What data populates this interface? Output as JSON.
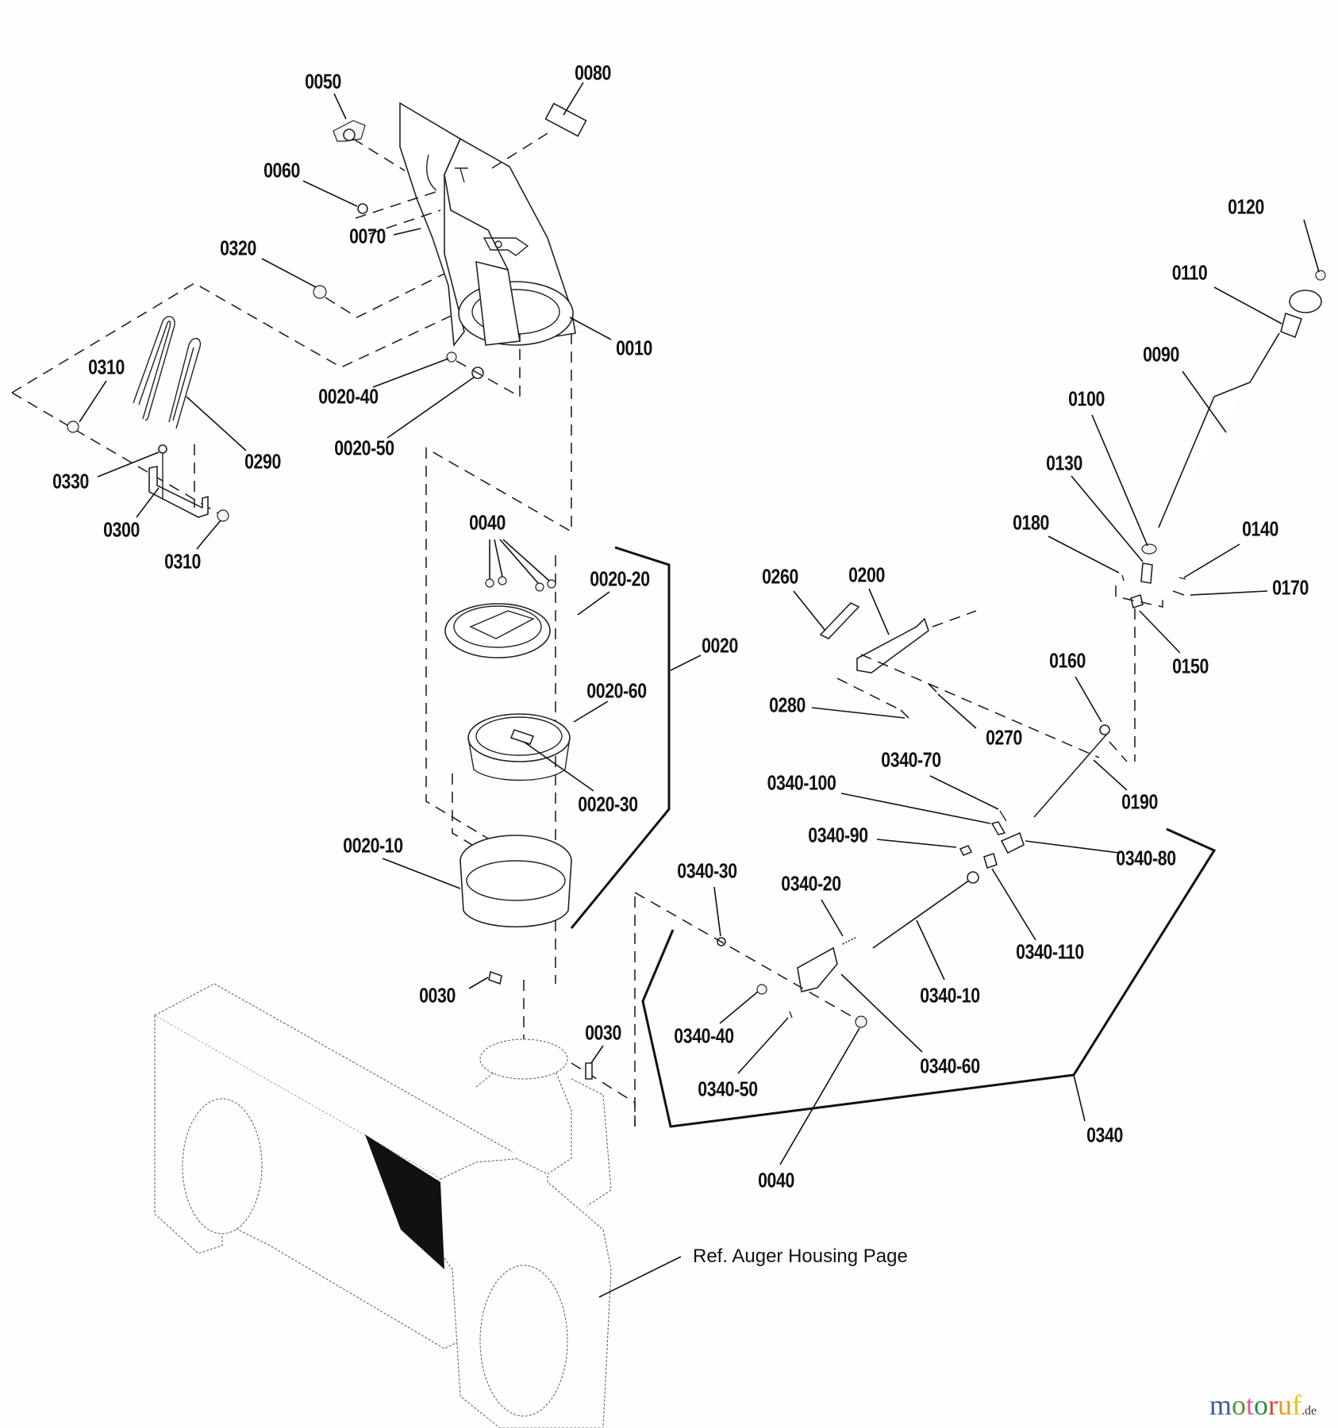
{
  "diagram": {
    "type": "exploded-parts-diagram",
    "subject": "Snow thrower discharge chute and chute control assembly",
    "labels": {
      "p0010": "0010",
      "p0020": "0020",
      "p0020_10": "0020-10",
      "p0020_20": "0020-20",
      "p0020_30": "0020-30",
      "p0020_40": "0020-40",
      "p0020_50": "0020-50",
      "p0020_60": "0020-60",
      "p0030_a": "0030",
      "p0030_b": "0030",
      "p0040_a": "0040",
      "p0040_b": "0040",
      "p0050": "0050",
      "p0060": "0060",
      "p0070": "0070",
      "p0080": "0080",
      "p0090": "0090",
      "p0100": "0100",
      "p0110": "0110",
      "p0120": "0120",
      "p0130": "0130",
      "p0140": "0140",
      "p0150": "0150",
      "p0160": "0160",
      "p0170": "0170",
      "p0180": "0180",
      "p0190": "0190",
      "p0200": "0200",
      "p0260": "0260",
      "p0270": "0270",
      "p0280": "0280",
      "p0290": "0290",
      "p0300": "0300",
      "p0310_a": "0310",
      "p0310_b": "0310",
      "p0320": "0320",
      "p0330": "0330",
      "p0340": "0340",
      "p0340_10": "0340-10",
      "p0340_20": "0340-20",
      "p0340_30": "0340-30",
      "p0340_40": "0340-40",
      "p0340_50": "0340-50",
      "p0340_60": "0340-60",
      "p0340_70": "0340-70",
      "p0340_80": "0340-80",
      "p0340_90": "0340-90",
      "p0340_100": "0340-100",
      "p0340_110": "0340-110"
    },
    "reference_note": "Ref. Auger Housing Page"
  },
  "watermark": {
    "letters": [
      "m",
      "o",
      "t",
      "o",
      "r",
      "u",
      "f"
    ],
    "suffix": ".de",
    "colors": [
      "#3f5aa8",
      "#4b9b3a",
      "#e0589b",
      "#2d8f3f",
      "#d8432e",
      "#e89a22",
      "#e8c21a"
    ]
  }
}
